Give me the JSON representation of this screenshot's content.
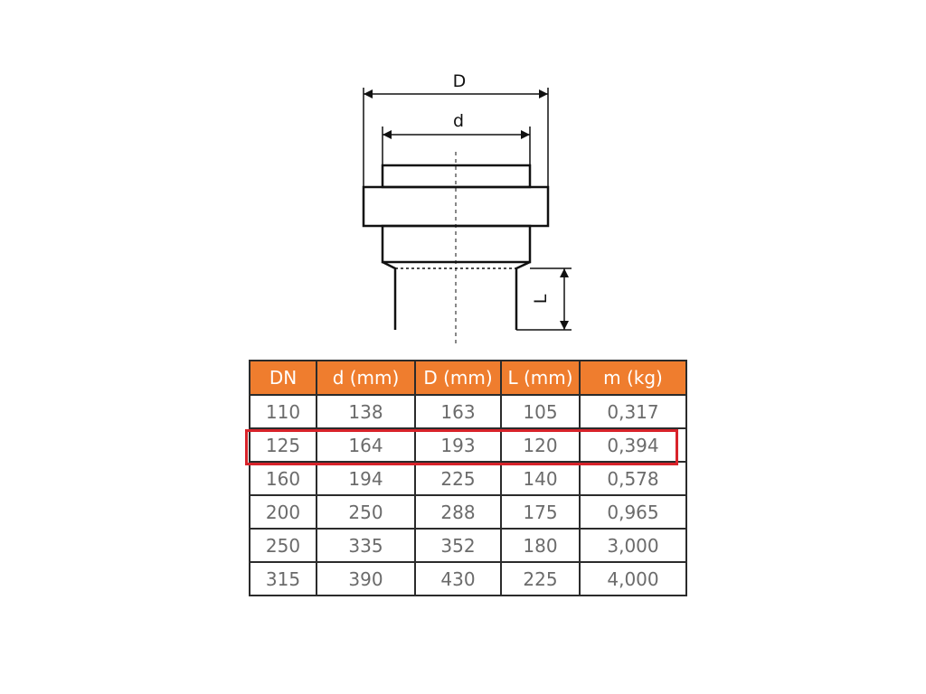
{
  "drawing": {
    "labels": {
      "outer_diameter": "D",
      "inner_diameter": "d",
      "length": "L"
    }
  },
  "table": {
    "headers": [
      "DN",
      "d (mm)",
      "D (mm)",
      "L (mm)",
      "m (kg)"
    ],
    "rows": [
      [
        "110",
        "138",
        "163",
        "105",
        "0,317"
      ],
      [
        "125",
        "164",
        "193",
        "120",
        "0,394"
      ],
      [
        "160",
        "194",
        "225",
        "140",
        "0,578"
      ],
      [
        "200",
        "250",
        "288",
        "175",
        "0,965"
      ],
      [
        "250",
        "335",
        "352",
        "180",
        "3,000"
      ],
      [
        "315",
        "390",
        "430",
        "225",
        "4,000"
      ]
    ],
    "highlighted_row": 1
  },
  "colors": {
    "header_bg": "#ef7d2e",
    "header_text": "#ffffff",
    "highlight": "#d8232a",
    "cell_text": "#6b6b6b"
  }
}
